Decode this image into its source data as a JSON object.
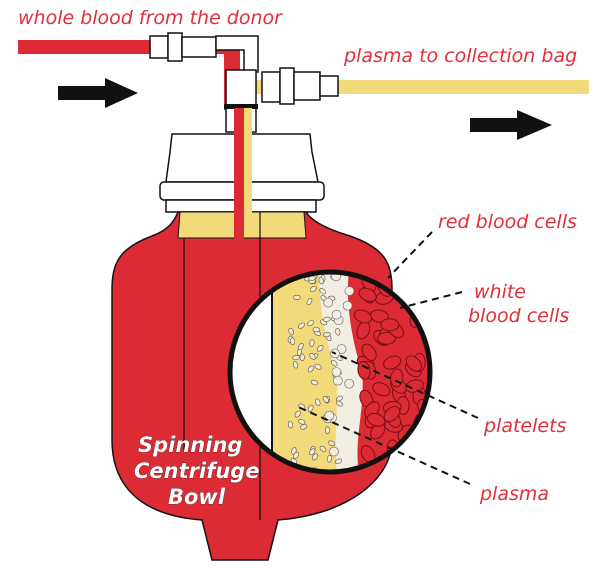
{
  "labels": {
    "inflow": "whole blood from the donor",
    "outflow": "plasma to collection bag",
    "red_cells": "red blood cells",
    "white_cells_line1": "white",
    "white_cells_line2": "blood cells",
    "platelets": "platelets",
    "plasma": "plasma",
    "bowl_line1": "Spinning",
    "bowl_line2": "Centrifuge",
    "bowl_line3": "Bowl"
  },
  "colors": {
    "blood": "#dd2b36",
    "plasma": "#f2d97a",
    "platelet": "#f6ead0",
    "white_cell": "#f3eee4",
    "outline": "#111111",
    "arrow": "#111111"
  }
}
